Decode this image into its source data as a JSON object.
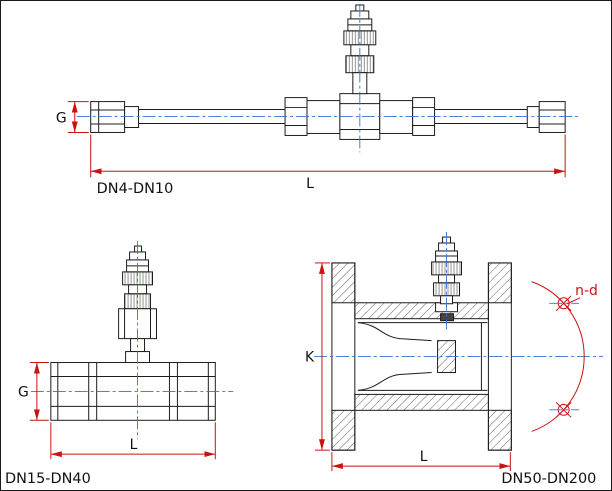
{
  "colors": {
    "line": "#1c1c1c",
    "dimension_red": "#cc1111",
    "centerline_blue": "#3a6fd0",
    "background": "#ffffff"
  },
  "drawings": {
    "top": {
      "label": "DN4-DN10",
      "dim_height": "G",
      "dim_length": "L"
    },
    "bottom_left": {
      "label": "DN15-DN40",
      "dim_height": "G",
      "dim_length": "L"
    },
    "bottom_right": {
      "label": "DN50-DN200",
      "dim_height": "K",
      "dim_length": "L",
      "dim_bolt_holes": "n-d"
    }
  }
}
